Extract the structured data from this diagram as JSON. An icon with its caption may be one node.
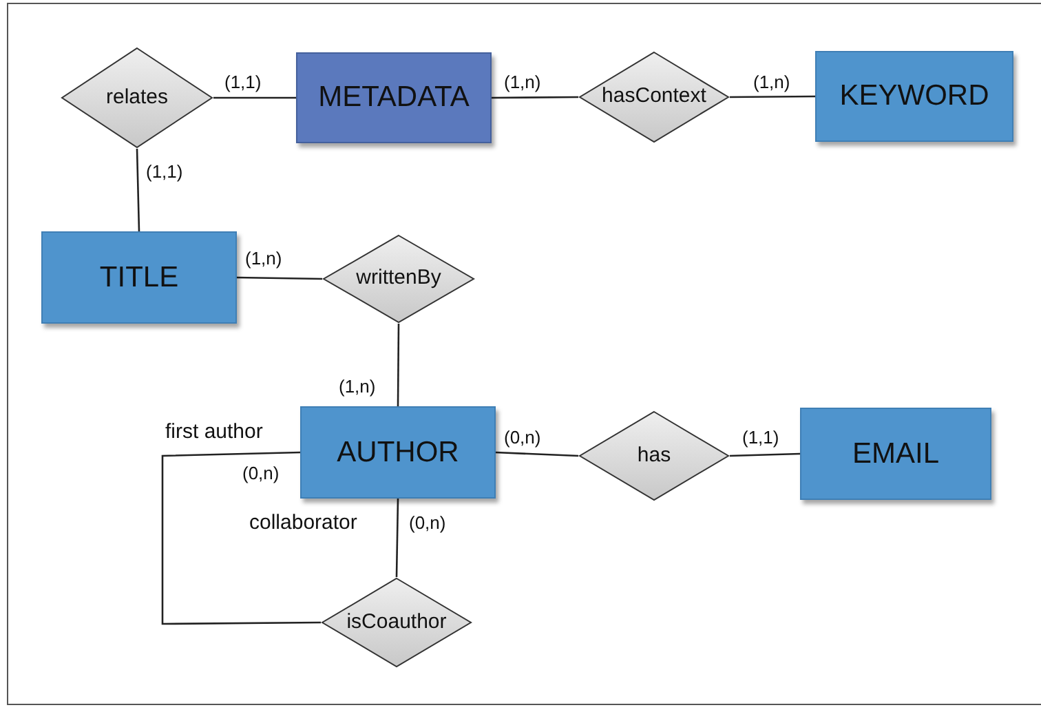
{
  "diagram": {
    "nodes": [
      {
        "text": [
          "relates"
        ]
      },
      {
        "text": [
          "METADATA"
        ]
      },
      {
        "text": [
          "hasContext"
        ]
      },
      {
        "text": [
          "KEYWORD"
        ]
      },
      {
        "text": [
          "TITLE"
        ]
      },
      {
        "text": [
          "writtenBy"
        ]
      },
      {
        "text": [
          "AUTHOR"
        ]
      },
      {
        "text": [
          "has"
        ]
      },
      {
        "text": [
          "EMAIL"
        ]
      },
      {
        "text": [
          "isCoauthor"
        ]
      }
    ],
    "edges": [
      {
        "from": 0,
        "to": 1,
        "arrow": "none",
        "label": "(1,1)"
      },
      {
        "from": 0,
        "to": 4,
        "arrow": "none",
        "label": "(1,1)"
      },
      {
        "from": 1,
        "to": 2,
        "arrow": "none",
        "label": "(1,n)"
      },
      {
        "from": 2,
        "to": 3,
        "arrow": "none",
        "label": "(1,n)"
      },
      {
        "from": 4,
        "to": 5,
        "arrow": "none",
        "label": "(1,n)"
      },
      {
        "from": 5,
        "to": 6,
        "arrow": "none",
        "label": "(1,n)"
      },
      {
        "from": 6,
        "to": 7,
        "arrow": "none",
        "label": "(0,n)"
      },
      {
        "from": 7,
        "to": 8,
        "arrow": "none",
        "label": "(1,1)"
      },
      {
        "from": 6,
        "to": 9,
        "arrow": "none",
        "label": "(0,n)"
      },
      {
        "from": 6,
        "to": 9,
        "arrow": "none",
        "label": "(0,n)"
      }
    ],
    "labels": [
      "first author",
      "collaborator"
    ]
  }
}
